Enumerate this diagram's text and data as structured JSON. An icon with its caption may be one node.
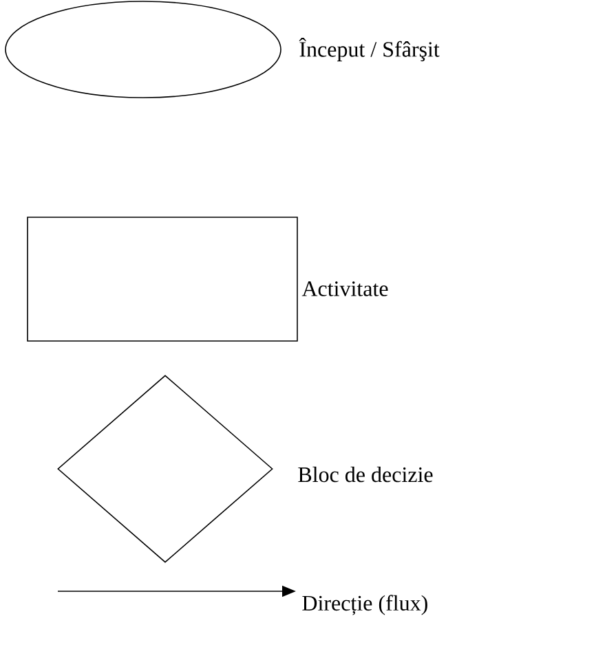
{
  "diagram": {
    "nodes": [
      {
        "text": [],
        "shape": "ellipse",
        "beside": [
          "Început / Sfârşit"
        ]
      },
      {
        "text": [],
        "shape": "box",
        "beside": [
          "Activitate"
        ]
      },
      {
        "text": [],
        "shape": "diamond",
        "beside": [
          "Bloc de decizie"
        ]
      }
    ],
    "labels": [
      "Direcție (flux)"
    ]
  }
}
